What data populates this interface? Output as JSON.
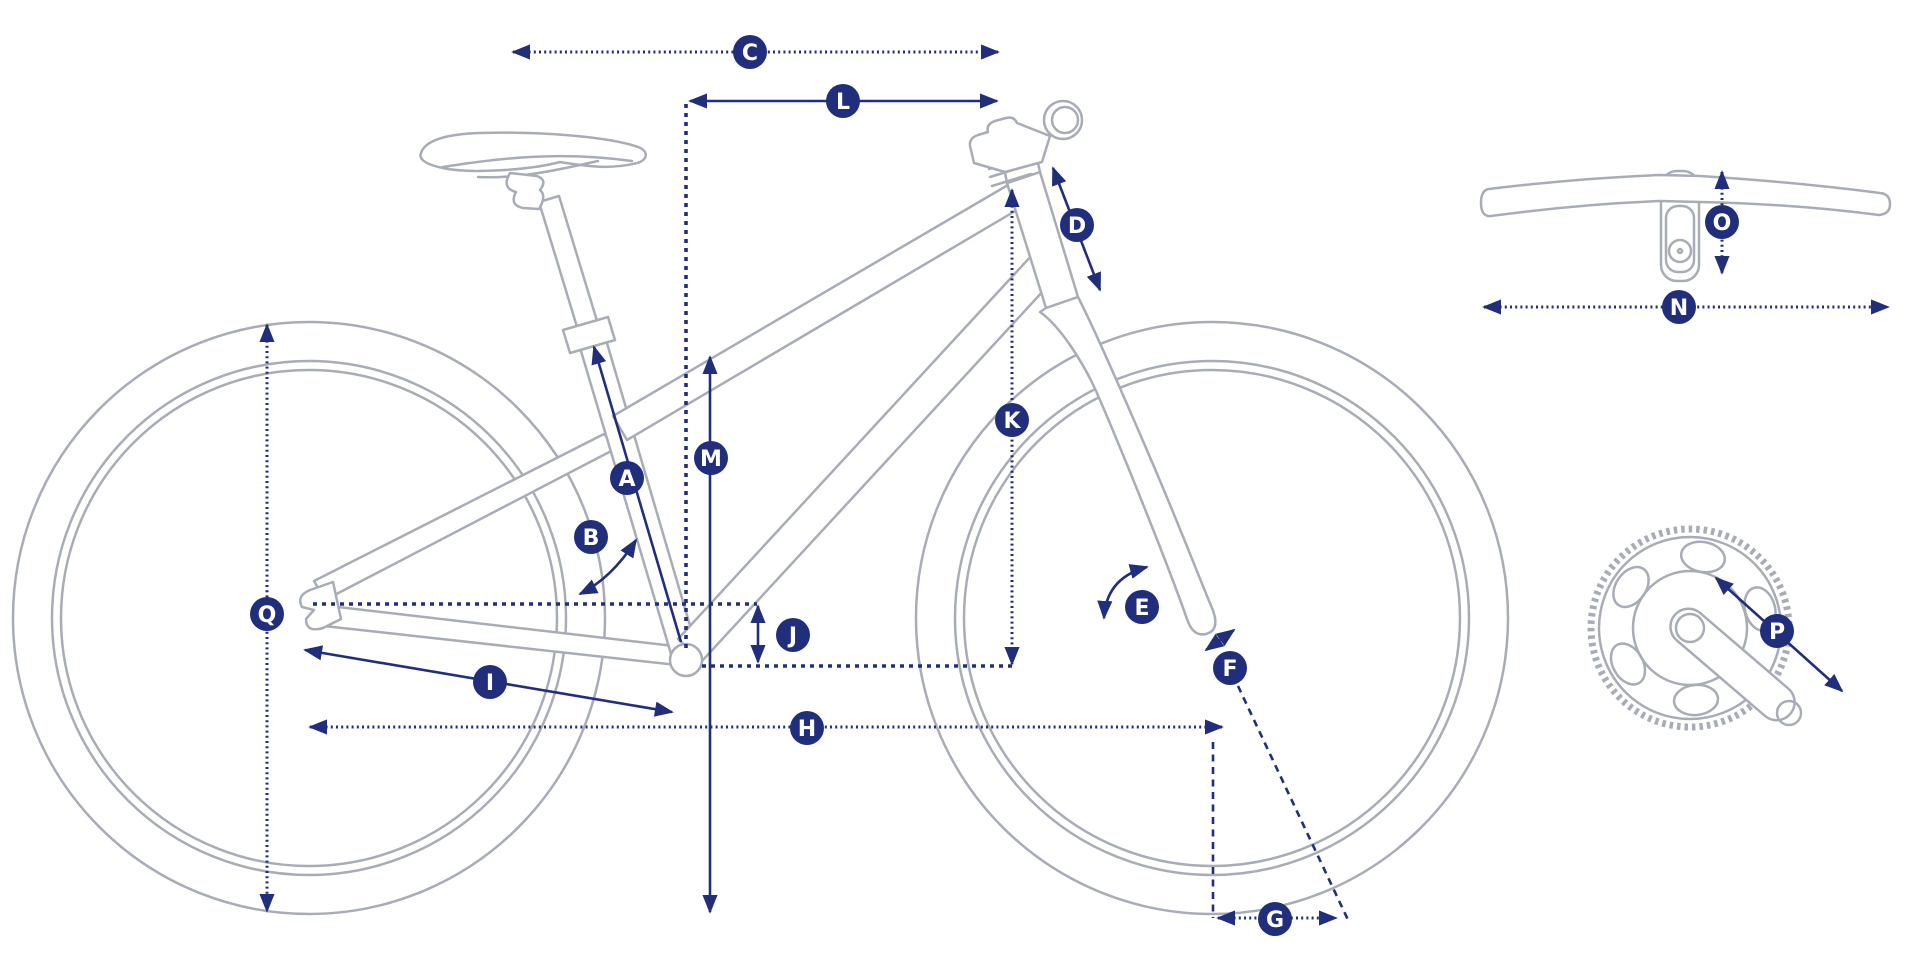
{
  "diagram": {
    "name": "bicycle-geometry-diagram",
    "views": [
      "side-view-bicycle",
      "handlebar-top-view",
      "crankset-view"
    ]
  },
  "labels": [
    {
      "letter": "A"
    },
    {
      "letter": "B"
    },
    {
      "letter": "C"
    },
    {
      "letter": "D"
    },
    {
      "letter": "E"
    },
    {
      "letter": "F"
    },
    {
      "letter": "G"
    },
    {
      "letter": "H"
    },
    {
      "letter": "I"
    },
    {
      "letter": "J"
    },
    {
      "letter": "K"
    },
    {
      "letter": "L"
    },
    {
      "letter": "M"
    },
    {
      "letter": "N"
    },
    {
      "letter": "O"
    },
    {
      "letter": "P"
    },
    {
      "letter": "Q"
    }
  ],
  "colors": {
    "accent": "#202e7c",
    "line_art": "#a8acb6",
    "background": "#ffffff",
    "label_text": "#ffffff"
  }
}
